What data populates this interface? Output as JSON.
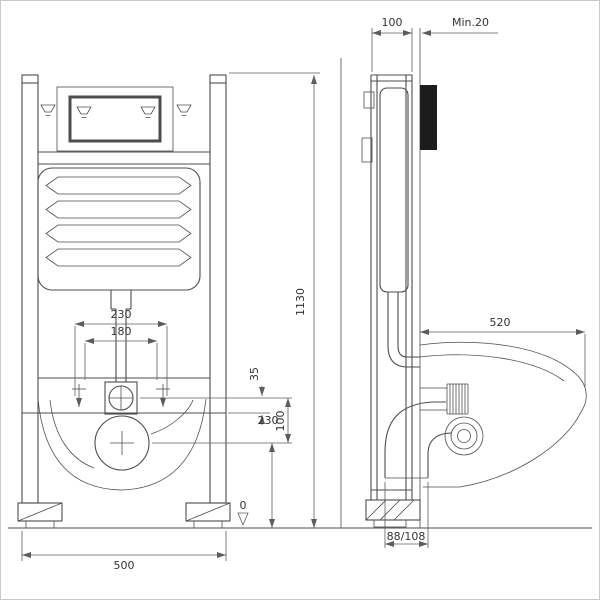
{
  "page": {
    "background": "#ffffff",
    "line_color": "#4d4d4d",
    "description": "Installation dimension drawing of a concealed cistern WC mounting frame, front view and side view"
  },
  "front_view": {
    "dim_height": "1130",
    "dim_width": "500",
    "dim_bolt_spacing_outer": "230",
    "dim_bolt_spacing_inner": "180",
    "dim_flange_offset": "35",
    "dim_flange_to_outlet": "100",
    "dim_outlet_height": "230",
    "floor_level": "0"
  },
  "side_view": {
    "dim_frame_depth": "100",
    "dim_min_wall_cover": "Min.20",
    "dim_total_depth": "520",
    "dim_waste_pipe": "88/108"
  }
}
